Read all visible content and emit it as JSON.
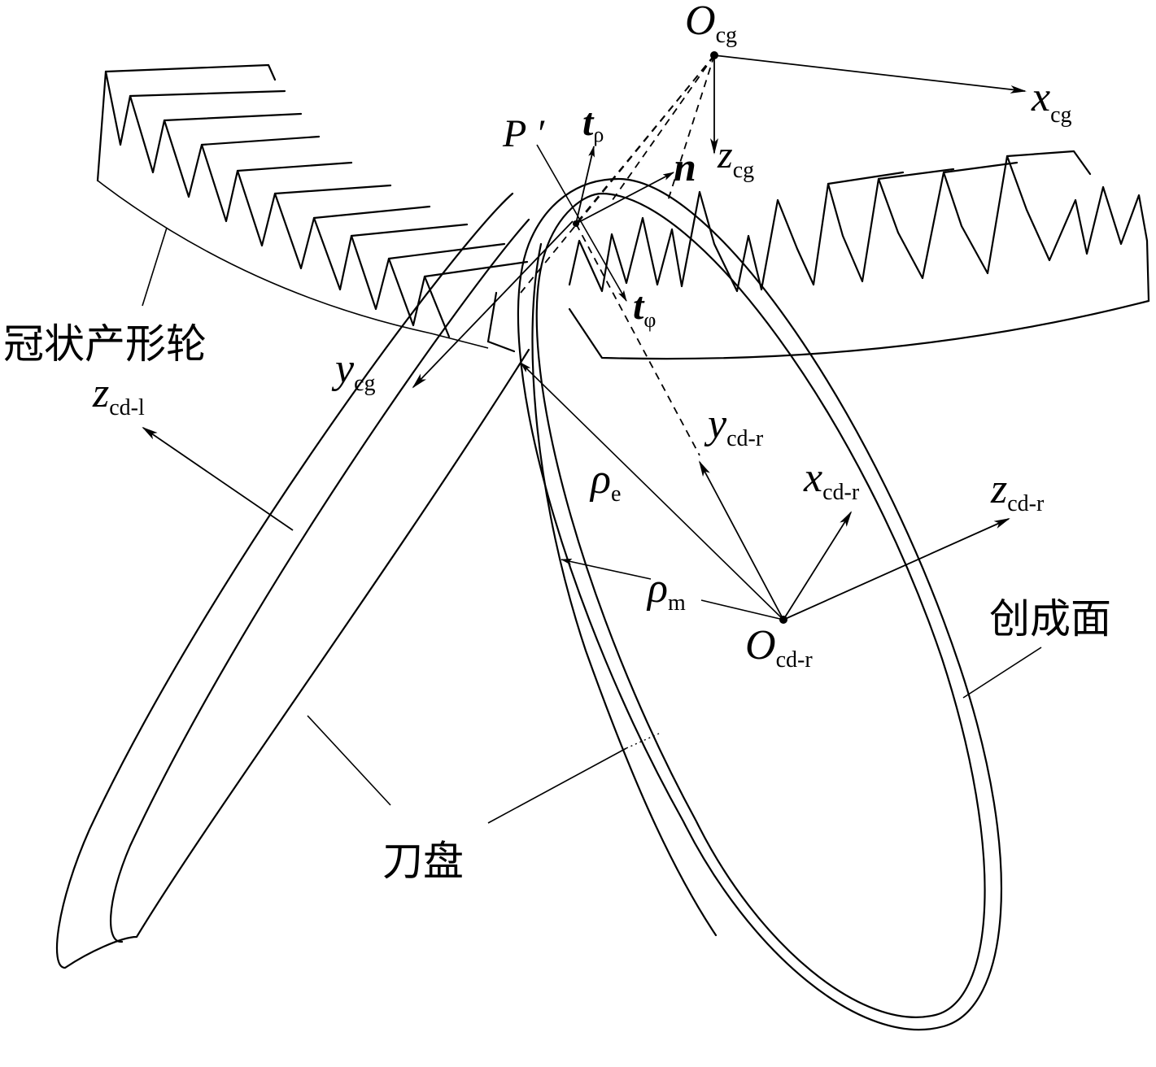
{
  "labels": {
    "crown_gear": "冠状产形轮",
    "cutter_disc": "刀盘",
    "generating_surface": "创成面"
  },
  "symbols": {
    "o_cg": {
      "main": "O",
      "sub": "cg"
    },
    "x_cg": {
      "main": "x",
      "sub": "cg"
    },
    "z_cg": {
      "main": "z",
      "sub": "cg"
    },
    "y_cg": {
      "main": "y",
      "sub": "cg"
    },
    "p_prime": {
      "main": "P ′"
    },
    "t_rho": {
      "main": "t",
      "sub": "ρ"
    },
    "n": {
      "main": "n"
    },
    "t_phi": {
      "main": "t",
      "sub": "φ"
    },
    "z_cdl": {
      "main": "z",
      "sub": "cd-l"
    },
    "y_cdr": {
      "main": "y",
      "sub": "cd-r"
    },
    "x_cdr": {
      "main": "x",
      "sub": "cd-r"
    },
    "z_cdr": {
      "main": "z",
      "sub": "cd-r"
    },
    "rho_e": {
      "main": "ρ",
      "sub": "e"
    },
    "rho_m": {
      "main": "ρ",
      "sub": "m"
    },
    "o_cdr": {
      "main": "O",
      "sub": "cd-r"
    }
  }
}
